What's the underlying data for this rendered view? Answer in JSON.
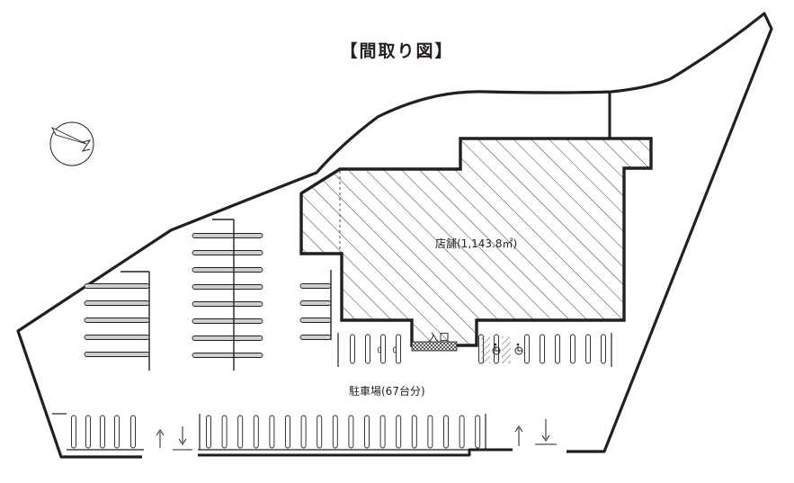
{
  "title": "【間取り図】",
  "labels": {
    "store": "店舗(1,143.8㎡)",
    "entrance": "入口",
    "parking": "駐車場(67台分)"
  },
  "icons": {
    "compass": "north-arrow-icon",
    "wheelchair": "wheelchair-icon",
    "arrow_in": "arrow-up-icon",
    "arrow_out": "arrow-down-icon"
  },
  "colors": {
    "line": "#231f20",
    "space_fill": "#cfcfcf"
  }
}
